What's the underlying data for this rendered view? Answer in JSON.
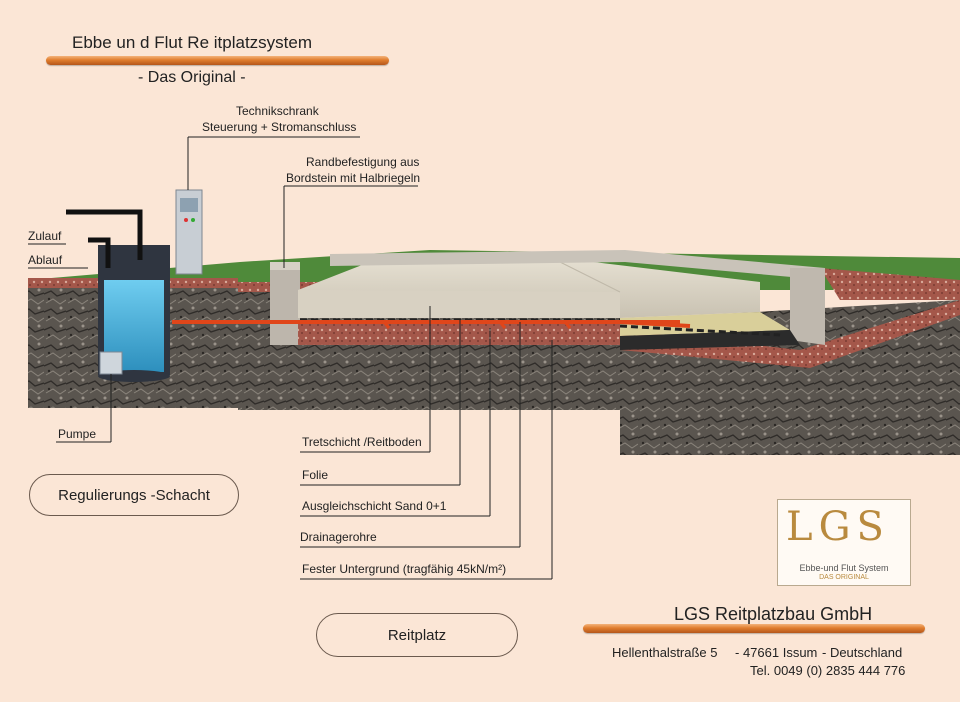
{
  "header": {
    "title": "Ebbe un   d Flut Re   itplatzsystem",
    "subtitle": "- Das Original     -"
  },
  "labels": {
    "technikschrank_line1": "Technikschrank",
    "technikschrank_line2": "Steuerung + Stromanschluss",
    "randbefestigung_line1": "Randbefestigung aus",
    "randbefestigung_line2": "Bordstein mit Halbriegeln",
    "zulauf": "Zulauf",
    "ablauf": "Ablauf",
    "pumpe": "Pumpe",
    "tretschicht": "Tretschicht  /Reitboden",
    "folie": "Folie",
    "ausgleichschicht": "Ausgleichschicht Sand 0+1",
    "drainagerohre": "Drainagerohre",
    "untergrund": "Fester Untergrund (tragfähig 45kN/m²)"
  },
  "buttons": {
    "regulierungs": "Regulierungs   -Schacht",
    "reitplatz": "Reitplatz"
  },
  "logo": {
    "letters": "LGS",
    "line1": "Ebbe-und Flut System",
    "line2": "DAS ORIGINAL"
  },
  "company": {
    "name": "LGS Reitplatzbau GmbH",
    "street": "Hellenthalstraße 5",
    "city": "- 47661 Issum",
    "country": "- Deutschland",
    "phone": "Tel. 0049 (0) 2835 444 776"
  },
  "colors": {
    "background": "#fbe6d6",
    "copper": "#e07d2e",
    "soil": "#55504a",
    "water": "#4fb6dc",
    "pipe": "#e0461a",
    "grass": "#4f8a3a"
  }
}
